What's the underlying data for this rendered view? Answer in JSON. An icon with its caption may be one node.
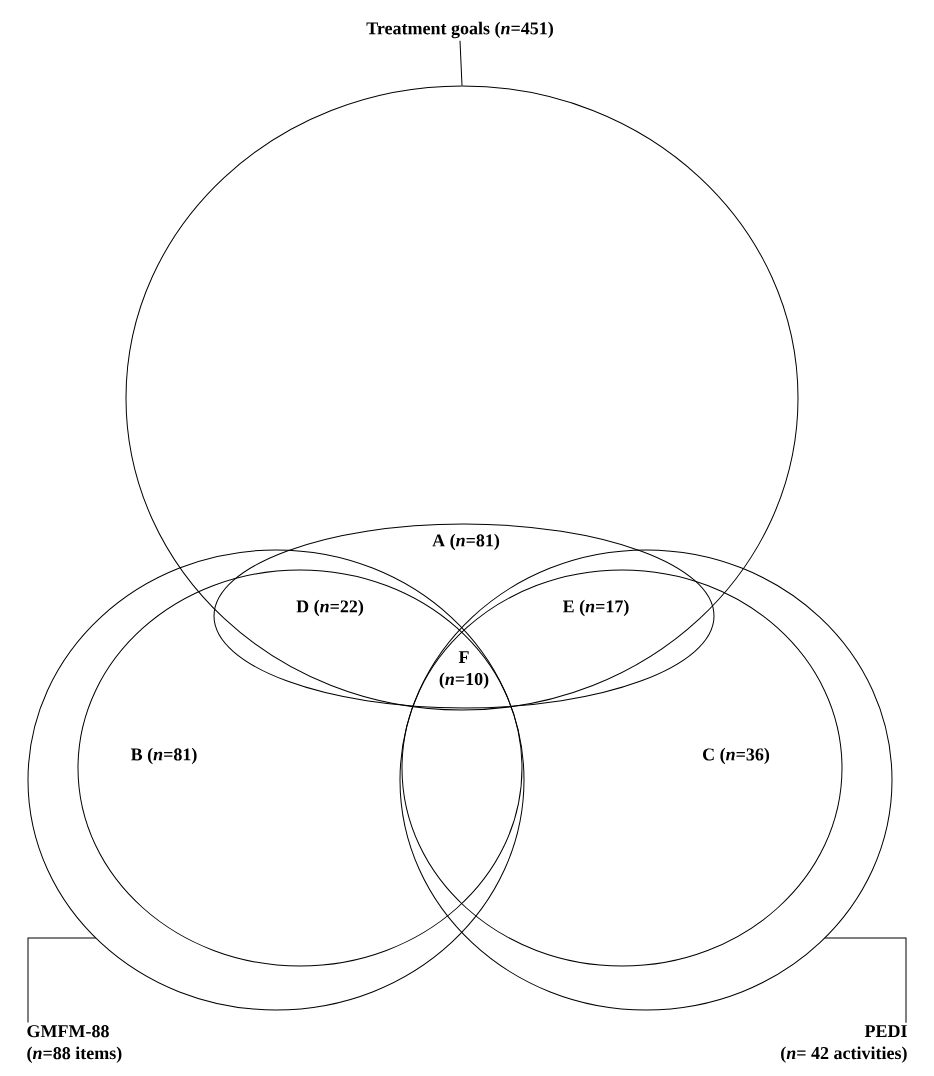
{
  "diagram": {
    "nodes": [
      {
        "text": [
          "Treatment goals (*n*=451)"
        ]
      },
      {
        "text": [],
        "shape": "circle"
      },
      {
        "text": [],
        "shape": "circle",
        "in": 1
      },
      {
        "text": [],
        "shape": "circle"
      },
      {
        "text": [],
        "shape": "circle",
        "in": 3
      },
      {
        "text": [],
        "shape": "circle",
        "in": 6
      },
      {
        "text": [],
        "shape": "circle"
      },
      {
        "text": [
          "GMFM-88",
          "(*n*=88 items)"
        ]
      },
      {
        "text": [
          "PEDI",
          "(*n*= 42 activities)"
        ]
      }
    ],
    "edges": [
      {
        "from": 0,
        "to": 1,
        "arrow": "none"
      },
      {
        "from": 7,
        "to": 3,
        "arrow": "none"
      },
      {
        "from": 8,
        "to": 6,
        "arrow": "none"
      }
    ],
    "labels": [
      "A (*n*=81)",
      "D (*n*=22)",
      "E (*n*=17)",
      "F (*n*=10)",
      "B (*n*=81)",
      "C (*n*=36)"
    ]
  }
}
